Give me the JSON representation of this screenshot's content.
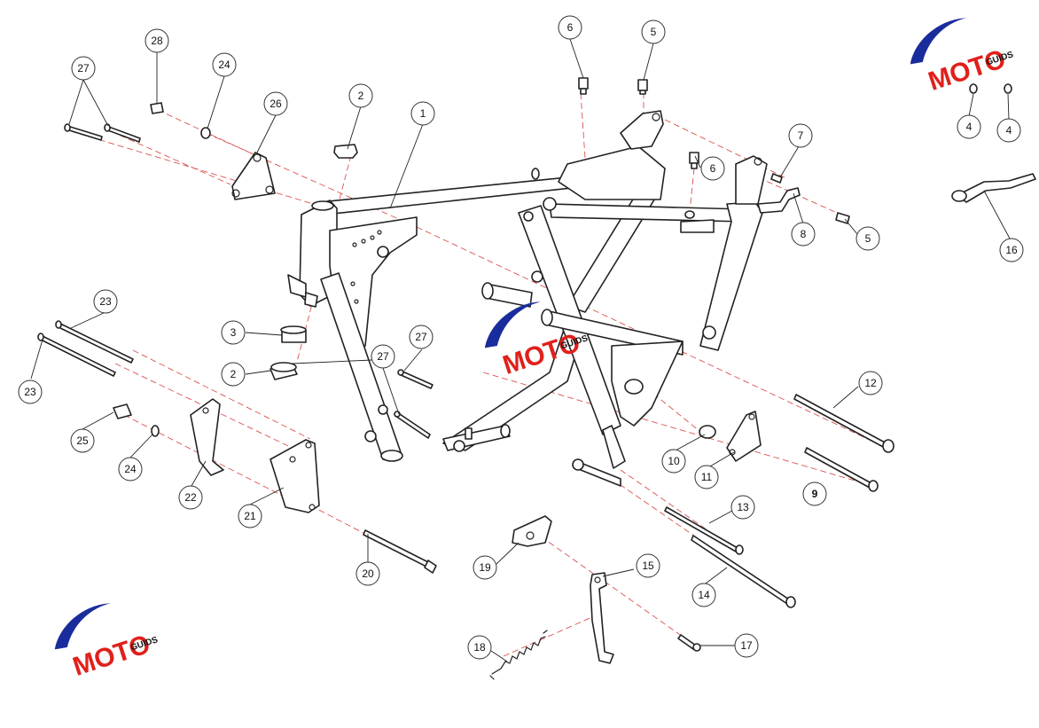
{
  "callouts": [
    {
      "label": "1"
    },
    {
      "label": "2"
    },
    {
      "label": "2"
    },
    {
      "label": "3"
    },
    {
      "label": "4"
    },
    {
      "label": "4"
    },
    {
      "label": "5"
    },
    {
      "label": "5"
    },
    {
      "label": "6"
    },
    {
      "label": "6"
    },
    {
      "label": "7"
    },
    {
      "label": "8"
    },
    {
      "label": "9"
    },
    {
      "label": "10"
    },
    {
      "label": "11"
    },
    {
      "label": "12"
    },
    {
      "label": "13"
    },
    {
      "label": "14"
    },
    {
      "label": "15"
    },
    {
      "label": "16"
    },
    {
      "label": "17"
    },
    {
      "label": "18"
    },
    {
      "label": "19"
    },
    {
      "label": "20"
    },
    {
      "label": "21"
    },
    {
      "label": "22"
    },
    {
      "label": "23"
    },
    {
      "label": "23"
    },
    {
      "label": "24"
    },
    {
      "label": "24"
    },
    {
      "label": "25"
    },
    {
      "label": "26"
    },
    {
      "label": "27"
    },
    {
      "label": "27"
    },
    {
      "label": "27"
    },
    {
      "label": "28"
    }
  ],
  "watermark": {
    "brand": "MOTO",
    "sub": "GUIDS",
    "colors": {
      "red": "#e0201b",
      "blue": "#1a2c9c",
      "black": "#111111"
    }
  },
  "colors": {
    "leader_dash": "#d9534f",
    "line": "#222222"
  }
}
